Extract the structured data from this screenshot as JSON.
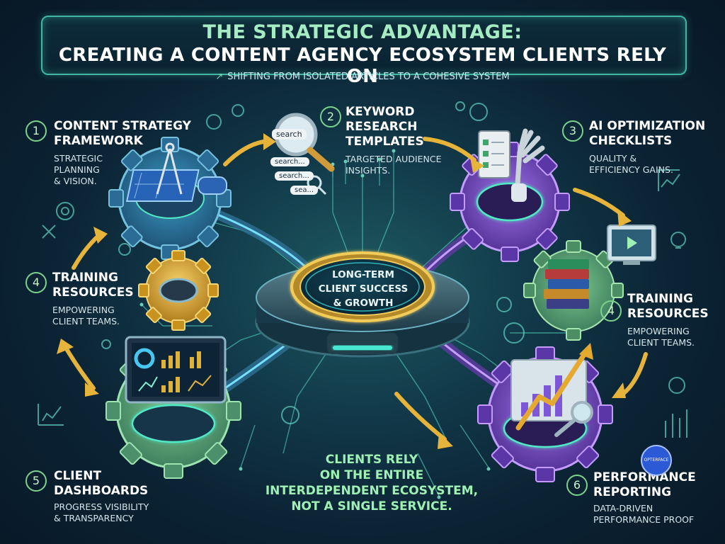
{
  "header": {
    "title_line1": "THE STRATEGIC ADVANTAGE:",
    "title_line2": "CREATING A CONTENT AGENCY ECOSYSTEM CLIENTS RELY ON",
    "subtitle": "SHIFTING FROM ISOLATED ARTICLES TO A COHESIVE SYSTEM",
    "subtitle_icon": "trend-up-icon"
  },
  "center": {
    "line1": "LONG-TERM",
    "line2": "CLIENT SUCCESS",
    "line3": "& GROWTH"
  },
  "bottom": {
    "line1": "CLIENTS RELY",
    "line2": "ON THE ENTIRE",
    "line3": "INTERDEPENDENT ECOSYSTEM,",
    "line4": "NOT A SINGLE SERVICE."
  },
  "nodes": [
    {
      "number": "1",
      "title1": "CONTENT STRATEGY",
      "title2": "FRAMEWORK",
      "desc1": "STRATEGIC",
      "desc2": "PLANNING",
      "desc3": "& VISION.",
      "icon": "blueprint-compass-icon"
    },
    {
      "number": "2",
      "title1": "KEYWORD",
      "title2": "RESEARCH",
      "title3": "TEMPLATES",
      "desc1": "TARGETED AUDIENCE",
      "desc2": "INSIGHTS.",
      "icon": "magnifier-search-icon"
    },
    {
      "number": "3",
      "title1": "AI OPTIMIZATION",
      "title2": "CHECKLISTS",
      "desc1": "QUALITY &",
      "desc2": "EFFICIENCY GAINS.",
      "icon": "robot-hand-checklist-icon"
    },
    {
      "number": "4",
      "title1": "TRAINING",
      "title2": "RESOURCES",
      "desc1": "EMPOWERING",
      "desc2": "CLIENT TEAMS.",
      "icon": "gear-icon"
    },
    {
      "number": "4",
      "title1": "TRAINING",
      "title2": "RESOURCES",
      "desc1": "EMPOWERING",
      "desc2": "CLIENT TEAMS.",
      "icon": "books-icon"
    },
    {
      "number": "5",
      "title1": "CLIENT",
      "title2": "DASHBOARDS",
      "desc1": "PROGRESS VISIBILITY",
      "desc2": "& TRANSPARENCY",
      "icon": "dashboard-icon"
    },
    {
      "number": "6",
      "title1": "PERFORMANCE",
      "title2": "REPORTING",
      "desc1": "DATA-DRIVEN",
      "desc2": "PERFORMANCE PROOF",
      "icon": "chart-growth-icon"
    }
  ],
  "search_ui": {
    "button": "search",
    "field1": "search...",
    "field2": "search...",
    "field3": "sea..."
  },
  "watermark": "OPTERFACE",
  "colors": {
    "accent_green": "#9ff0b3",
    "gear_blue": "#2e76a0",
    "gear_purple": "#7b4fc4",
    "gold": "#e8b43a",
    "teal_border": "#3fb7a3"
  }
}
